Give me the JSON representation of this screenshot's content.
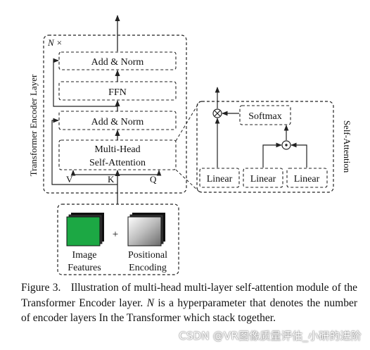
{
  "diagram": {
    "repeat_label": "N ×",
    "side_label_left": "Transformer Encoder Layer",
    "side_label_right": "Self-Attention",
    "blocks": {
      "add_norm_top": "Add & Norm",
      "ffn": "FFN",
      "add_norm_mid": "Add & Norm",
      "mha_line1": "Multi-Head",
      "mha_line2": "Self-Attention"
    },
    "inputs": {
      "v": "V",
      "k": "K",
      "q": "Q"
    },
    "self_attention": {
      "softmax": "Softmax",
      "linear_1": "Linear",
      "linear_2": "Linear",
      "linear_3": "Linear",
      "mult_symbol": "⊗",
      "dot_symbol": "⊙"
    },
    "features": {
      "image_line1": "Image",
      "image_line2": "Features",
      "plus": "+",
      "pos_line1": "Positional",
      "pos_line2": "Encoding"
    },
    "colors": {
      "image_feature_green": "#1ca844",
      "stroke": "#222222"
    }
  },
  "caption": {
    "figure": "Figure 3.",
    "part1": "Illustration of multi-head multi-layer self-attention module of the Transformer Encoder layer.",
    "n": "N",
    "part2": "is a hyperparameter that denotes the number of encoder layers In the Transformer which stack together."
  },
  "watermark": "CSDN @VR图像质量评估_小研的进阶"
}
